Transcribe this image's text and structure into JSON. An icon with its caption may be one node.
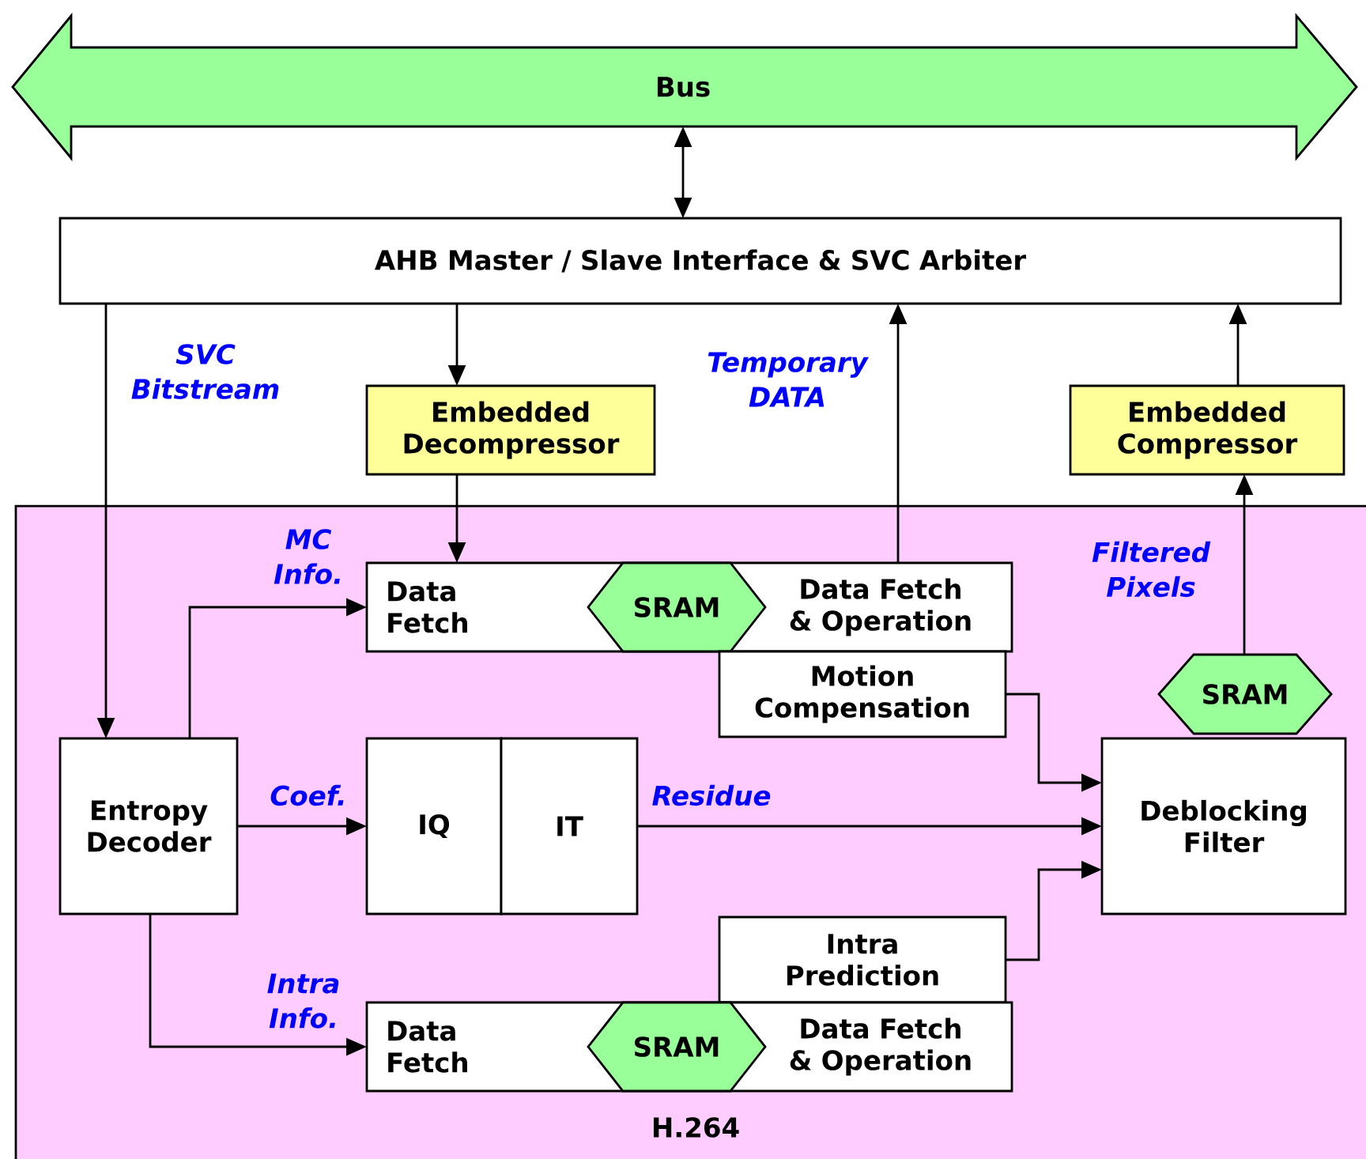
{
  "diagram": {
    "nodes": [
      {
        "text": [
          "Bus"
        ]
      },
      {
        "text": [
          "AHB Master / Slave Interface & SVC Arbiter"
        ]
      },
      {
        "text": [
          "Embedded Decompressor"
        ]
      },
      {
        "text": [
          "Embedded Compressor"
        ]
      },
      {
        "text": [
          "H.264"
        ]
      },
      {
        "text": [
          "Data Fetch",
          "Data Fetch & Operation"
        ],
        "in": 4
      },
      {
        "text": [
          "SRAM"
        ],
        "in": 5
      },
      {
        "text": [
          "Motion Compensation"
        ],
        "in": 4
      },
      {
        "text": [
          "SRAM"
        ],
        "in": 4
      },
      {
        "text": [
          "Entropy Decoder"
        ],
        "in": 4
      },
      {
        "text": [
          "IQ"
        ],
        "in": 4
      },
      {
        "text": [
          "IT"
        ],
        "in": 4
      },
      {
        "text": [
          "Deblocking Filter"
        ],
        "in": 4
      },
      {
        "text": [
          "Intra Prediction"
        ],
        "in": 4
      },
      {
        "text": [
          "Data Fetch",
          "Data Fetch & Operation"
        ],
        "in": 4
      },
      {
        "text": [
          "SRAM"
        ],
        "in": 14
      }
    ],
    "edges": [
      {
        "from": 0,
        "to": 1,
        "arrow": "both"
      },
      {
        "from": 1,
        "to": 9,
        "arrow": "to",
        "label": "SVC Bitstream"
      },
      {
        "from": 1,
        "to": 2,
        "arrow": "to"
      },
      {
        "from": 2,
        "to": 5,
        "arrow": "to"
      },
      {
        "from": 5,
        "to": 1,
        "arrow": "to",
        "label": "Temporary DATA"
      },
      {
        "from": 3,
        "to": 1,
        "arrow": "to"
      },
      {
        "from": 8,
        "to": 3,
        "arrow": "to",
        "label": "Filtered Pixels"
      },
      {
        "from": 9,
        "to": 5,
        "arrow": "to",
        "label": "MC Info."
      },
      {
        "from": 9,
        "to": 10,
        "arrow": "to",
        "label": "Coef."
      },
      {
        "from": 11,
        "to": 12,
        "arrow": "to",
        "label": "Residue"
      },
      {
        "from": 7,
        "to": 12,
        "arrow": "to"
      },
      {
        "from": 13,
        "to": 12,
        "arrow": "to"
      },
      {
        "from": 9,
        "to": 14,
        "arrow": "to",
        "label": "Intra Info."
      }
    ]
  }
}
